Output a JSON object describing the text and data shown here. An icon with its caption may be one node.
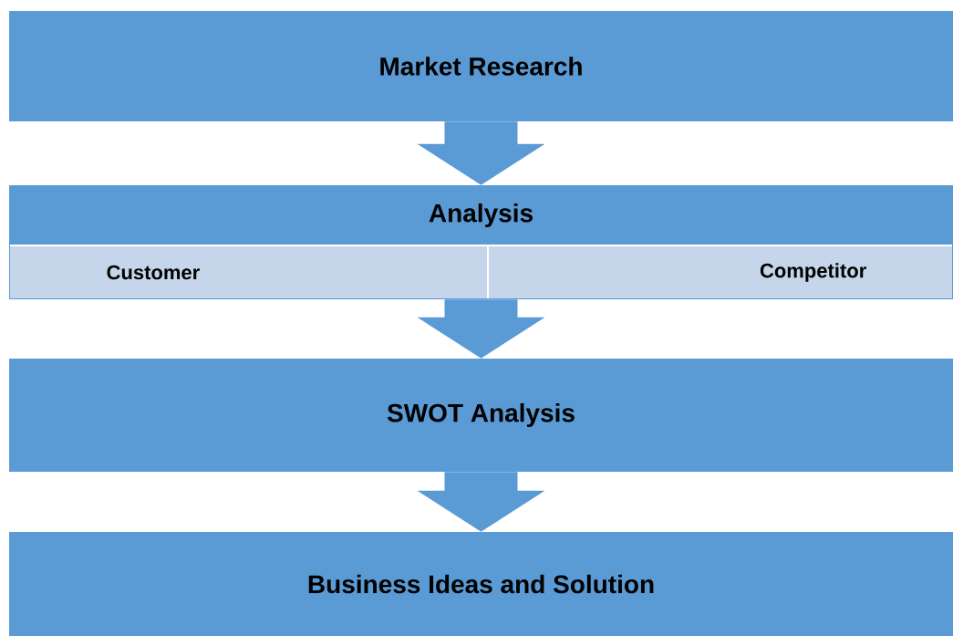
{
  "diagram": {
    "nodes": [
      {
        "text": [
          "Market Research"
        ]
      },
      {
        "text": [
          "Analysis"
        ]
      },
      {
        "text": [
          "Customer"
        ],
        "in": 1
      },
      {
        "text": [
          "Competitor"
        ],
        "in": 1
      },
      {
        "text": [
          "SWOT Analysis"
        ]
      },
      {
        "text": [
          "Business Ideas and Solution"
        ]
      }
    ],
    "edges": [
      {
        "from": 0,
        "to": 1,
        "arrow": "to"
      },
      {
        "from": 1,
        "to": 4,
        "arrow": "to"
      },
      {
        "from": 4,
        "to": 5,
        "arrow": "to"
      }
    ]
  }
}
